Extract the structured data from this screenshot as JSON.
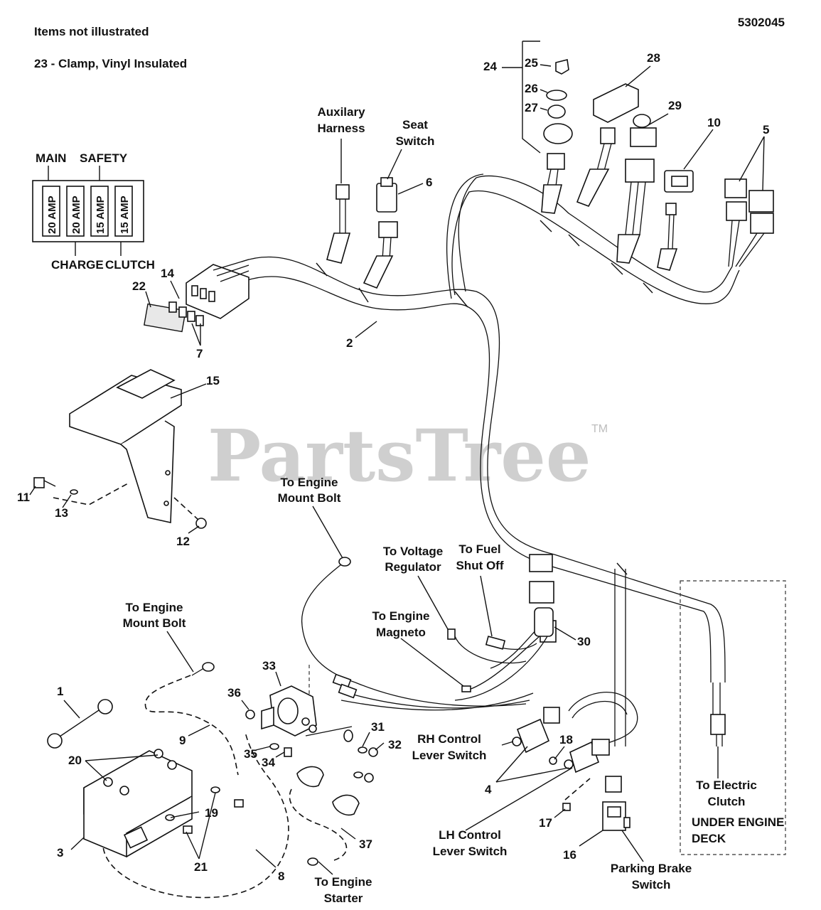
{
  "header": {
    "part_number": "5302045",
    "items_not_illustrated": "Items not illustrated",
    "item_23": "23 - Clamp, Vinyl Insulated"
  },
  "watermark": {
    "text": "PartsTree",
    "tm": "TM"
  },
  "fuse_block": {
    "top_labels": [
      "MAIN",
      "SAFETY"
    ],
    "fuses": [
      "20 AMP",
      "20 AMP",
      "15 AMP",
      "15 AMP"
    ],
    "bottom_labels": [
      "CHARGE",
      "CLUTCH"
    ]
  },
  "labels": {
    "auxilary_harness": [
      "Auxilary",
      "Harness"
    ],
    "seat_switch": [
      "Seat",
      "Switch"
    ],
    "engine_mount_bolt_a": [
      "To Engine",
      "Mount Bolt"
    ],
    "engine_mount_bolt_b": [
      "To Engine",
      "Mount Bolt"
    ],
    "voltage_regulator": [
      "To Voltage",
      "Regulator"
    ],
    "fuel_shut_off": [
      "To Fuel",
      "Shut Off"
    ],
    "engine_magneto": [
      "To Engine",
      "Magneto"
    ],
    "rh_control": [
      "RH Control",
      "Lever Switch"
    ],
    "lh_control": [
      "LH Control",
      "Lever Switch"
    ],
    "engine_starter": [
      "To Engine",
      "Starter"
    ],
    "electric_clutch": [
      "To Electric",
      "Clutch"
    ],
    "under_engine_deck": [
      "UNDER ENGINE",
      "DECK"
    ],
    "parking_brake": [
      "Parking Brake",
      "Switch"
    ]
  },
  "callouts": {
    "n1": "1",
    "n2": "2",
    "n3": "3",
    "n4": "4",
    "n5": "5",
    "n6": "6",
    "n7": "7",
    "n8": "8",
    "n9": "9",
    "n10": "10",
    "n11": "11",
    "n12": "12",
    "n13": "13",
    "n14": "14",
    "n15": "15",
    "n16": "16",
    "n17": "17",
    "n18": "18",
    "n19": "19",
    "n20": "20",
    "n21": "21",
    "n22": "22",
    "n24": "24",
    "n25": "25",
    "n26": "26",
    "n27": "27",
    "n28": "28",
    "n29": "29",
    "n30": "30",
    "n31": "31",
    "n32": "32",
    "n33": "33",
    "n34": "34",
    "n35": "35",
    "n36": "36",
    "n37": "37"
  }
}
